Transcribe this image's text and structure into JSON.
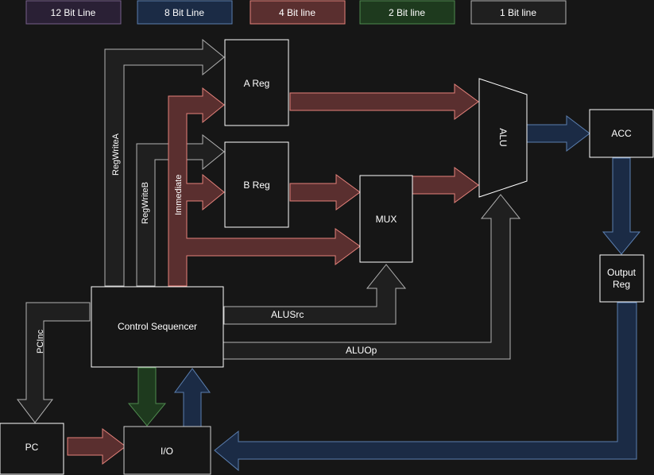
{
  "legend": [
    {
      "label": "12 Bit Line",
      "fill": "#76608a",
      "stroke": "#432d57"
    },
    {
      "label": "8 Bit Line",
      "fill": "#1b2b45",
      "stroke": "#5b7fb0"
    },
    {
      "label": "4 Bit line",
      "fill": "#5a2f2f",
      "stroke": "#e5827b"
    },
    {
      "label": "2 Bit line",
      "fill": "#1e3a1e",
      "stroke": "#4f8a4f"
    },
    {
      "label": "1 Bit line",
      "fill": "#1f1f1f",
      "stroke": "#b3b3b3"
    }
  ],
  "blocks": {
    "a_reg": "A Reg",
    "b_reg": "B Reg",
    "mux": "MUX",
    "alu": "ALU",
    "acc": "ACC",
    "output_reg_line1": "Output",
    "output_reg_line2": "Reg",
    "control_sequencer": "Control Sequencer",
    "pc": "PC",
    "io": "I/O"
  },
  "signals": {
    "regwrite_a": "RegWriteA",
    "regwrite_b": "RegWriteB",
    "immediate": "Immediate",
    "alusrc": "ALUSrc",
    "aluop": "ALUOp",
    "pcinc": "PCInc"
  },
  "colors": {
    "background": "#161616",
    "bit4_fill": "#5a2f2f",
    "bit4_stroke": "#e5827b",
    "bit8_fill": "#1b2b45",
    "bit8_stroke": "#5b7fb0",
    "bit2_fill": "#1e3a1e",
    "bit2_stroke": "#4f8a4f",
    "bit1_fill": "#1f1f1f",
    "bit1_stroke": "#b3b3b3",
    "block_stroke": "#ffffff"
  }
}
